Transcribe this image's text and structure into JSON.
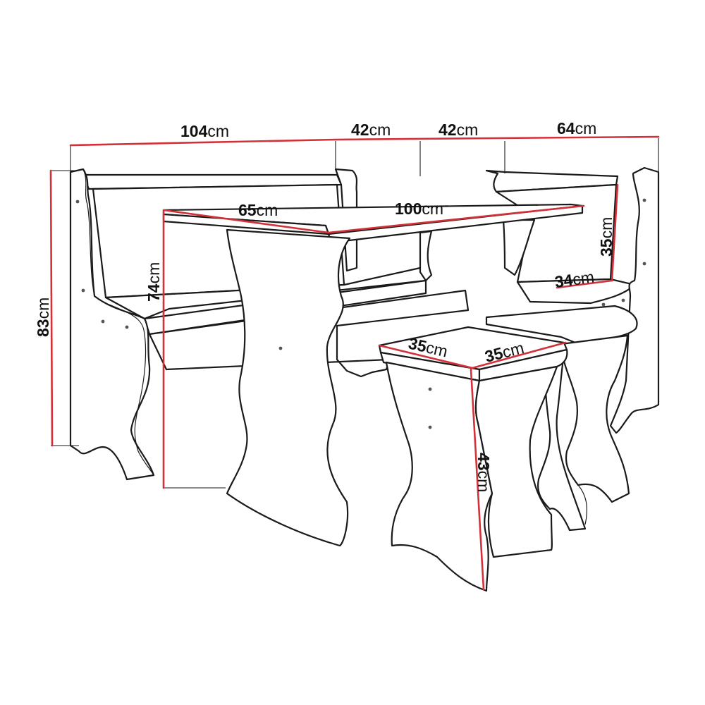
{
  "unit": "cm",
  "dimensions": {
    "bench_length": "104",
    "corner_left": "42",
    "corner_right": "42",
    "bench_short_length": "64",
    "table_depth": "65",
    "table_length": "100",
    "table_height": "74",
    "bench_height": "83",
    "seat_height_back": "35",
    "seat_depth": "34",
    "stool_depth": "35",
    "stool_width": "35",
    "stool_height": "43"
  },
  "colors": {
    "dimension_line": "#d3313a",
    "outline": "#1a1a1a"
  }
}
